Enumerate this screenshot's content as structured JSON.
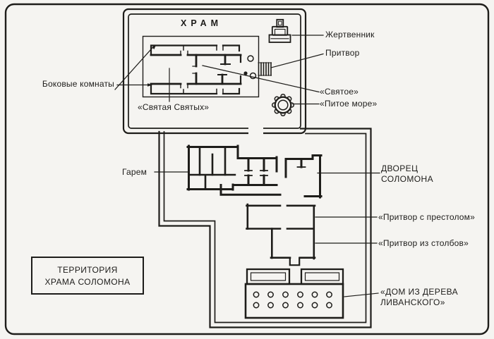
{
  "diagram": {
    "title_box": {
      "line1": "ТЕРРИТОРИЯ",
      "line2": "ХРАМА СОЛОМОНА"
    },
    "labels": {
      "hram": "ХРАМ",
      "zhertvennik": "Жертвенник",
      "pritvor": "Притвор",
      "bokovye_komnaty": "Боковые комнаты",
      "svyatoe": "«Святое»",
      "svyataya_svyatykh": "«Святая Святых»",
      "pitoe_more": "«Питое море»",
      "garem": "Гарем",
      "dvorets_line1": "ДВОРЕЦ",
      "dvorets_line2": "СОЛОМОНА",
      "pritvor_s_prestolom": "«Притвор с престолом»",
      "pritvor_iz_stolbov": "«Притвор из столбов»",
      "dom_line1": "«ДОМ ИЗ ДЕРЕВА",
      "dom_line2": "ЛИВАНСКОГО»"
    },
    "colors": {
      "ink": "#1e1d1a",
      "paper": "#f5f4f1"
    }
  }
}
